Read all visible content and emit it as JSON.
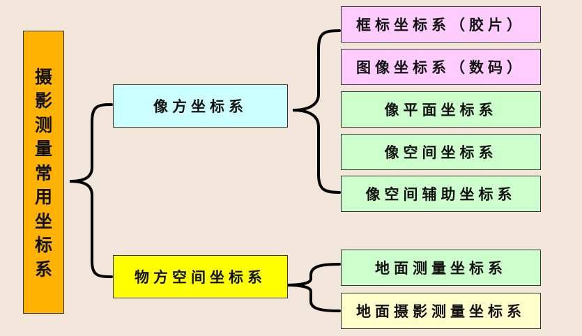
{
  "root": {
    "label": "摄影测量常用坐标系",
    "color": "#ffb300"
  },
  "branches": [
    {
      "label": "像方坐标系",
      "color": "#ccffff",
      "leaves": [
        {
          "label": "框标坐标系（胶片）",
          "color": "#ffccff"
        },
        {
          "label": "图像坐标系（数码）",
          "color": "#ffccff"
        },
        {
          "label": "像平面坐标系",
          "color": "#ccffcc"
        },
        {
          "label": "像空间坐标系",
          "color": "#ccffcc"
        },
        {
          "label": "像空间辅助坐标系",
          "color": "#ccffcc"
        }
      ]
    },
    {
      "label": "物方空间坐标系",
      "color": "#ffff00",
      "leaves": [
        {
          "label": "地面测量坐标系",
          "color": "#ccffcc"
        },
        {
          "label": "地面摄影测量坐标系",
          "color": "#ffffcc"
        }
      ]
    }
  ]
}
